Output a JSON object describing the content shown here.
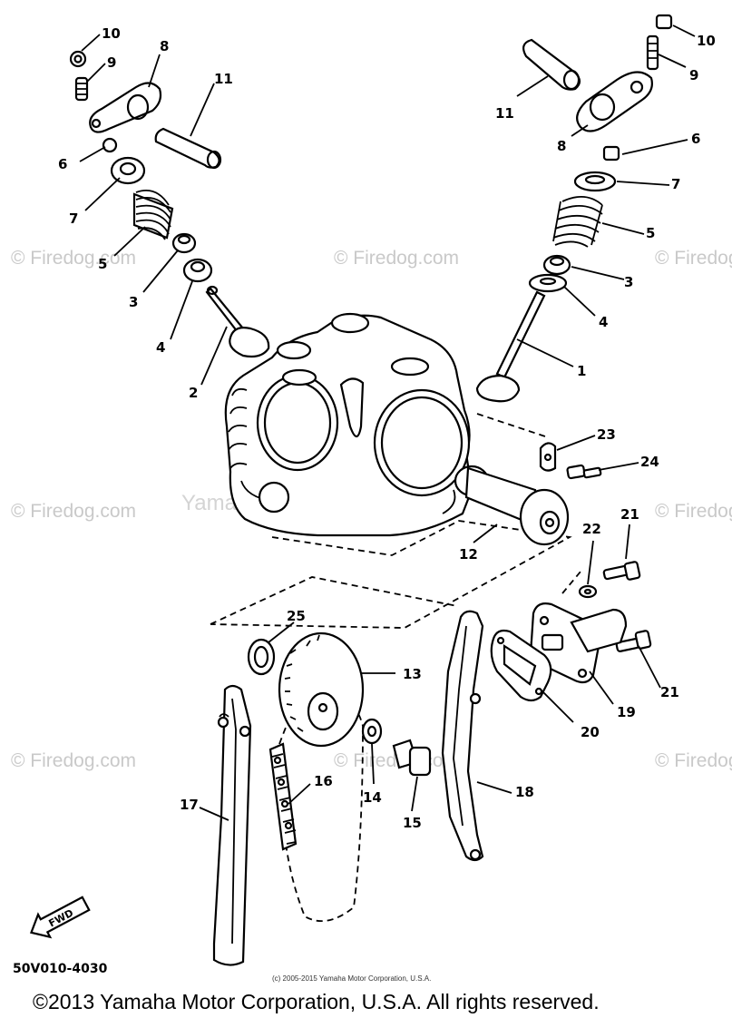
{
  "watermark": "© Firedog.com",
  "watermark_center": "Yamaha Motor Corp. U.S.A.",
  "diagram_code": "50V010-4030",
  "fwd_label": "FWD",
  "small_copyright": "(c) 2005-2015 Yamaha Motor Corporation, U.S.A.",
  "copyright": "©2013 Yamaha Motor Corporation, U.S.A. All rights reserved.",
  "callouts": {
    "c1": "1",
    "c2": "2",
    "c3a": "3",
    "c3b": "3",
    "c4a": "4",
    "c4b": "4",
    "c5a": "5",
    "c5b": "5",
    "c6a": "6",
    "c6b": "6",
    "c7a": "7",
    "c7b": "7",
    "c8a": "8",
    "c8b": "8",
    "c9a": "9",
    "c9b": "9",
    "c10a": "10",
    "c10b": "10",
    "c11a": "11",
    "c11b": "11",
    "c12": "12",
    "c13": "13",
    "c14": "14",
    "c15": "15",
    "c16": "16",
    "c17": "17",
    "c18": "18",
    "c19": "19",
    "c20": "20",
    "c21a": "21",
    "c21b": "21",
    "c22": "22",
    "c23": "23",
    "c24": "24",
    "c25": "25"
  }
}
